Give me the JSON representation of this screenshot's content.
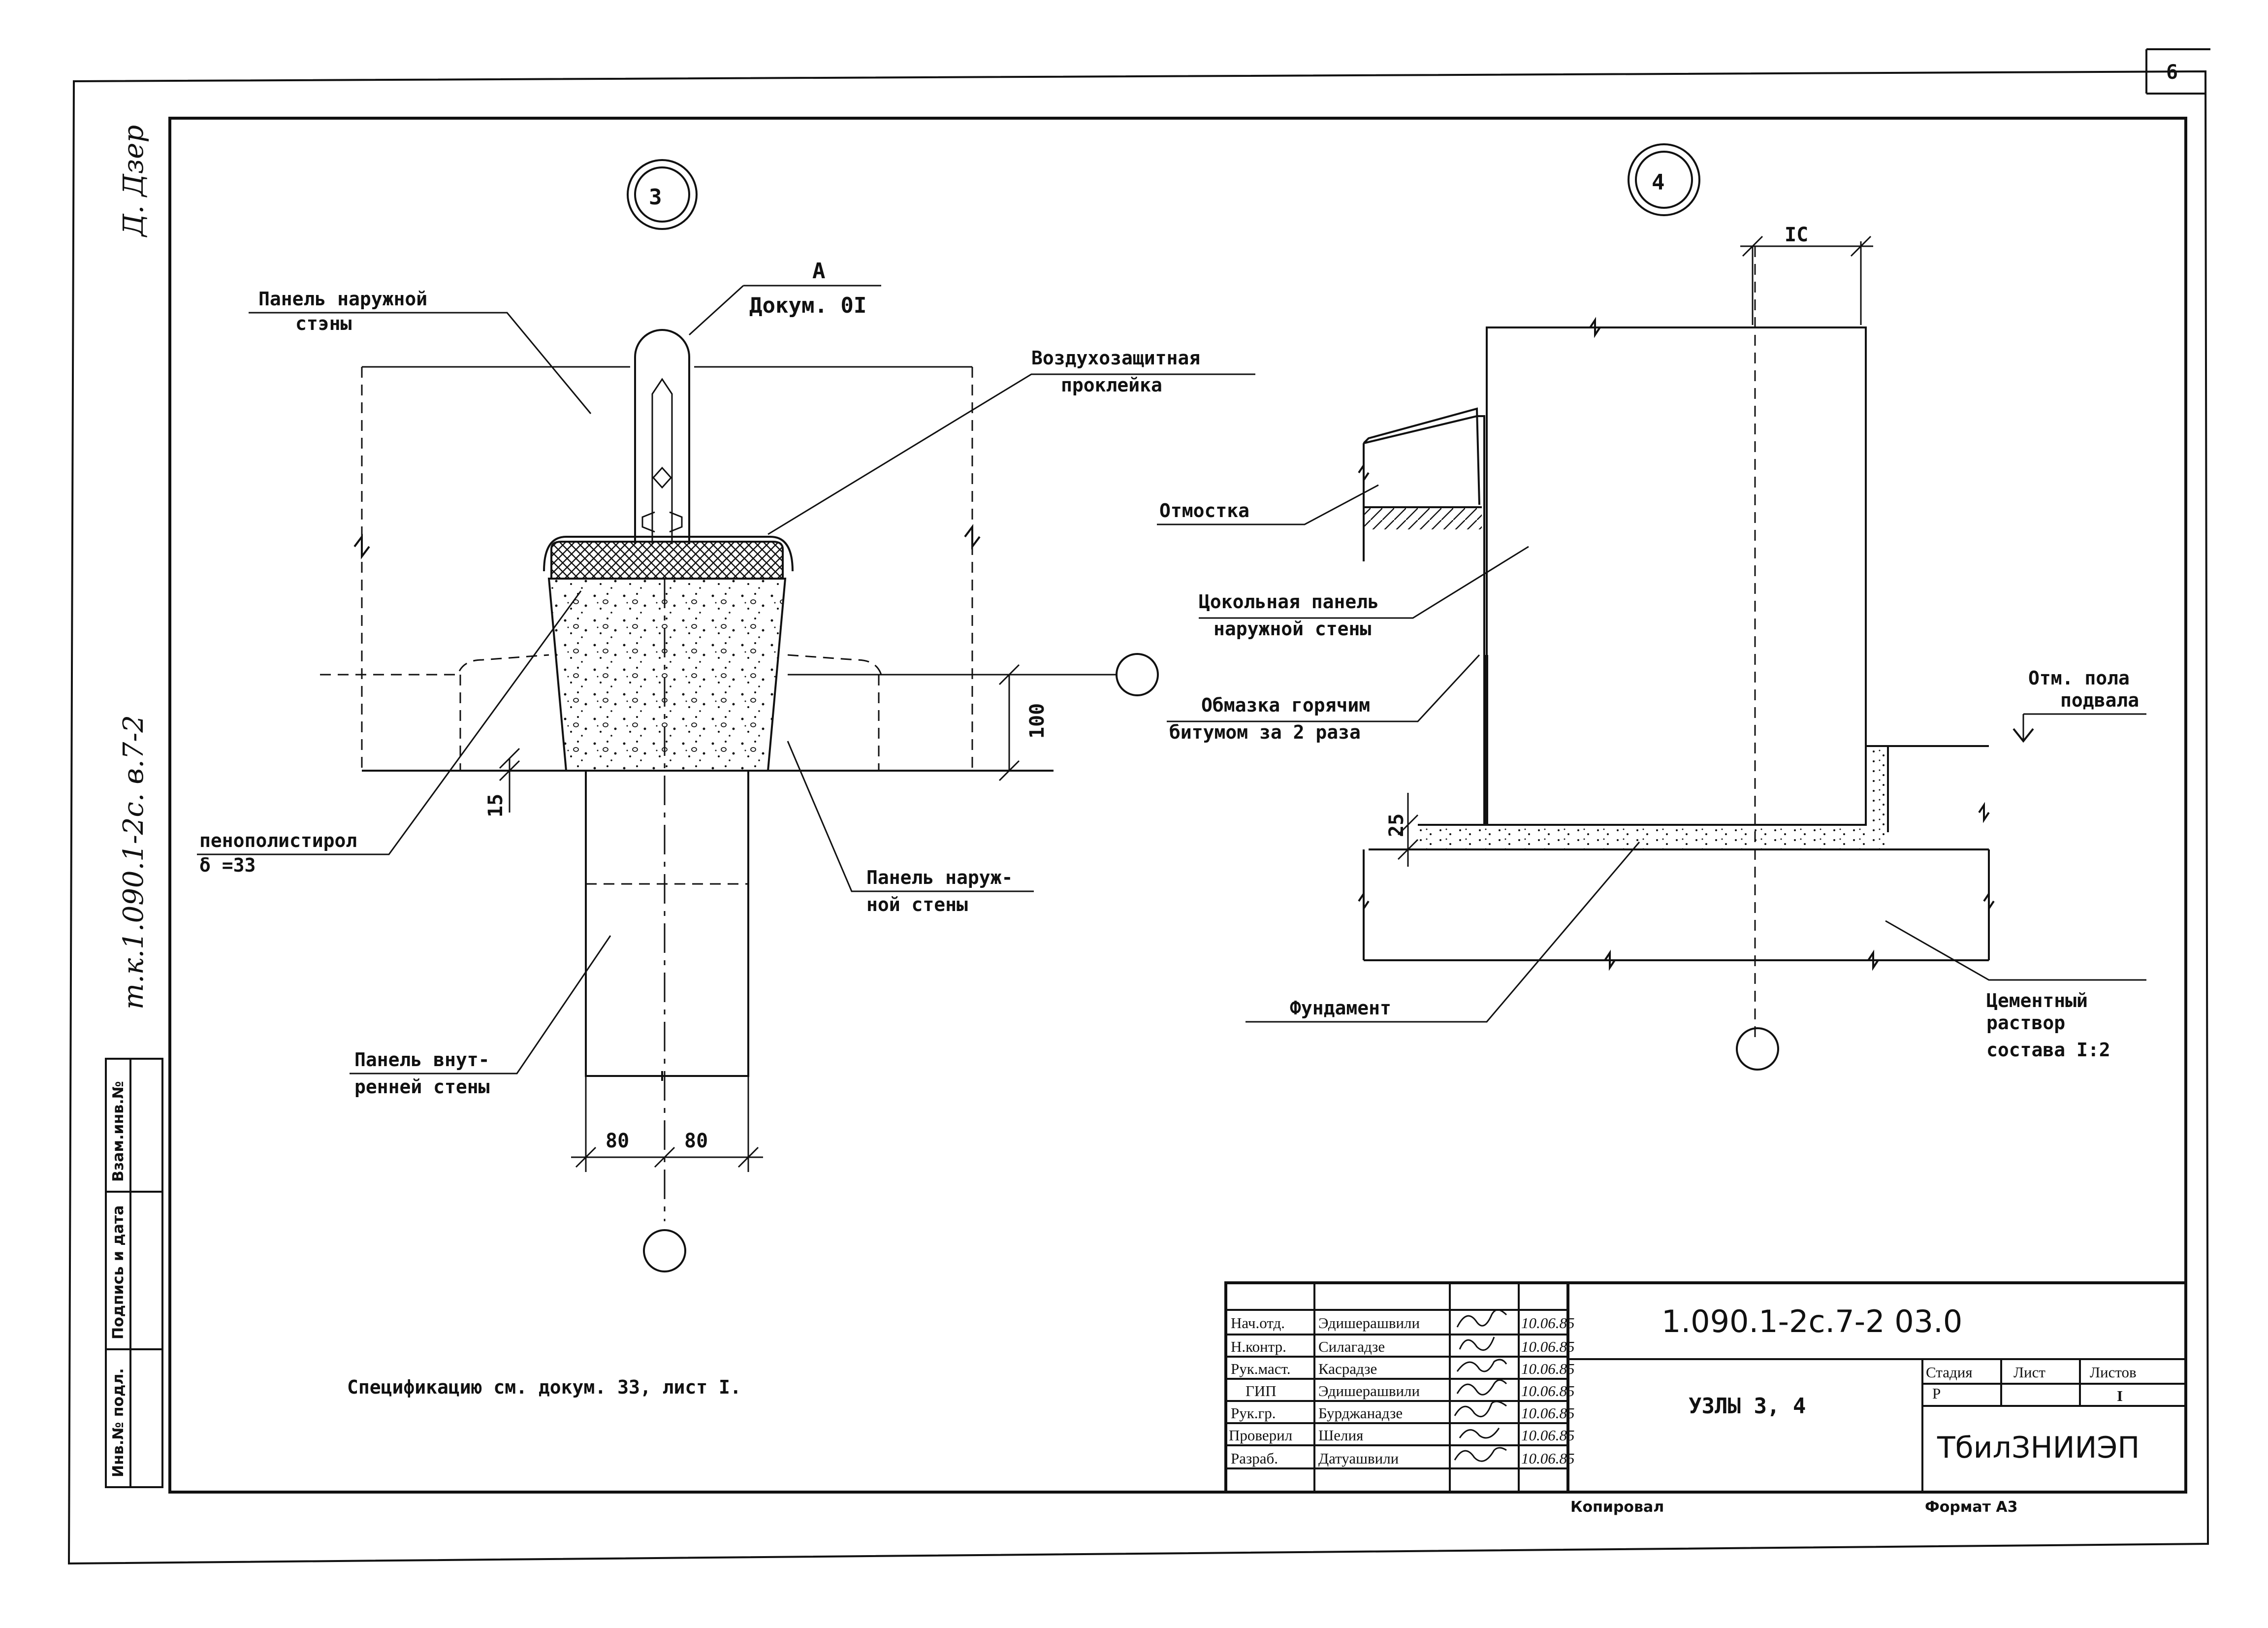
{
  "sheet": {
    "page_number": "6",
    "margin_note_top": "Д. Дзер",
    "margin_note_side": "т.к.1.090.1-2с. в.7-2"
  },
  "left_stamp": {
    "col1": "Инв.№ подл.",
    "col2": "Подпись и дата",
    "col3": "Взам.инв.№"
  },
  "node3": {
    "number": "3",
    "ref_letter": "А",
    "ref_doc": "Докум. 0I",
    "outer_panel_1": "Панель наружной",
    "outer_panel_2": "стэны",
    "air_seal_1": "Воздухозащитная",
    "air_seal_2": "проклейка",
    "foam_1": "пенополистирол",
    "foam_2": "δ =33",
    "outer_panel_b_1": "Панель наруж-",
    "outer_panel_b_2": "ной стены",
    "inner_panel_1": "Панель внут-",
    "inner_panel_2": "ренней стены",
    "dim_100": "100",
    "dim_15": "15",
    "dim_80_left": "80",
    "dim_80_right": "80"
  },
  "node4": {
    "number": "4",
    "dim_top": "IC",
    "dim_25": "25",
    "blind_area": "Отмостка",
    "plinth_1": "Цокольная панель",
    "plinth_2": "наружной стены",
    "bitumen_1": "Обмазка горячим",
    "bitumen_2": "битумом за 2 раза",
    "floor_1": "Отм. пола",
    "floor_2": "подвала",
    "foundation": "Фундамент",
    "mortar_1": "Цементный",
    "mortar_2": "раствор",
    "mortar_3": "состава I:2"
  },
  "spec_note": "Спецификацию см. докум. 33, лист I.",
  "title_block": {
    "rows": [
      {
        "role": "Нач.отд.",
        "name": "Эдишерашвили",
        "date": "10.06.85"
      },
      {
        "role": "Н.контр.",
        "name": "Силагадзе",
        "date": "10.06.85"
      },
      {
        "role": "Рук.маст.",
        "name": "Касрадзе",
        "date": "10.06.85"
      },
      {
        "role": "ГИП",
        "name": "Эдишерашвили",
        "date": "10.06.85"
      },
      {
        "role": "Рук.гр.",
        "name": "Бурджанадзе",
        "date": "10.06.85"
      },
      {
        "role": "Проверил",
        "name": "Шелия",
        "date": "10.06.85"
      },
      {
        "role": "Разраб.",
        "name": "Датуашвили",
        "date": "10.06.85"
      }
    ],
    "doc_code": "1.090.1-2с.7-2 03.0",
    "title": "УЗЛЫ 3, 4",
    "stage_label": "Стадия",
    "sheet_label": "Лист",
    "sheets_label": "Листов",
    "stage_value": "Р",
    "sheets_value": "I",
    "organization": "ТбилЗНИИЭП"
  },
  "footer": {
    "copied": "Копировал",
    "format": "Формат А3"
  }
}
